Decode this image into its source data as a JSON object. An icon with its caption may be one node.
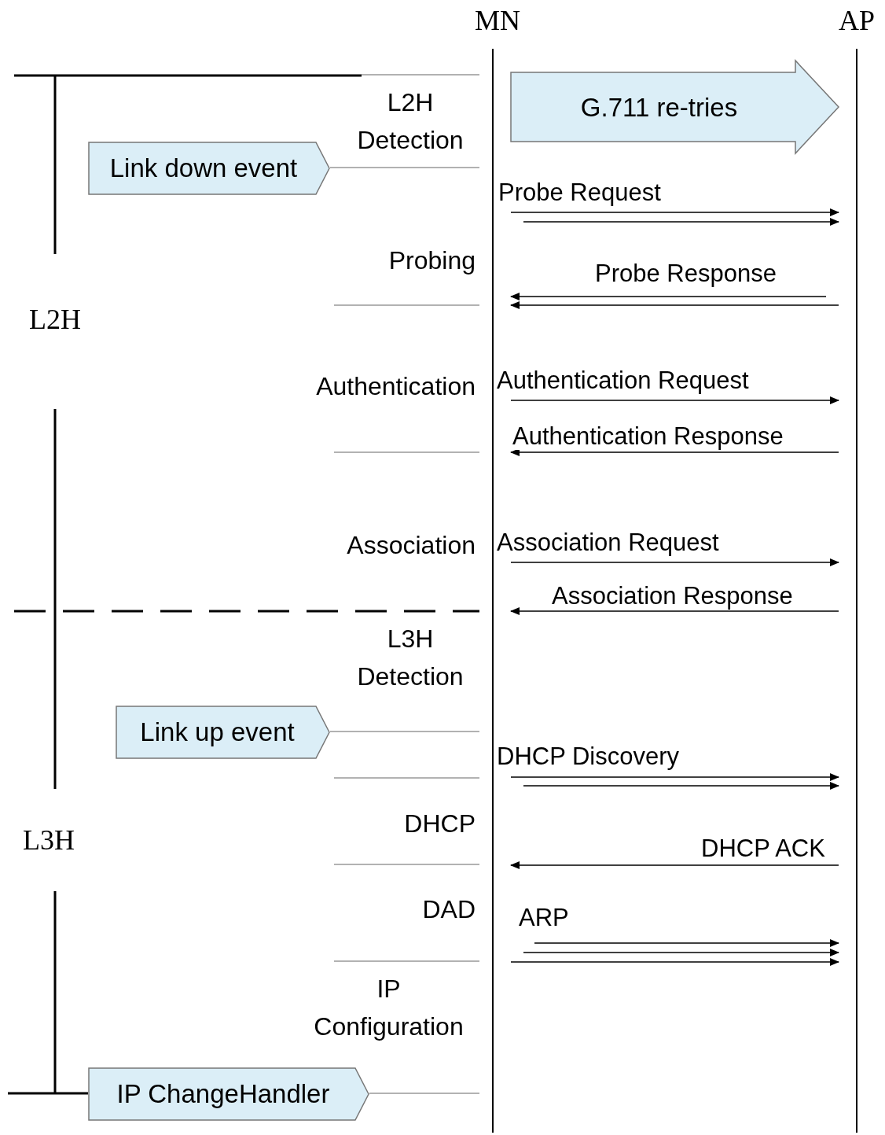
{
  "diagram": {
    "nodes": [
      {
        "text": [
          "MN"
        ]
      },
      {
        "text": [
          "AP"
        ]
      },
      {
        "text": [
          "Link down event"
        ]
      },
      {
        "text": [
          "Link up event"
        ]
      },
      {
        "text": [
          "IP ChangeHandler"
        ]
      }
    ],
    "edges": [
      {
        "from": 0,
        "to": 1,
        "arrow": "to",
        "label": "G.711 re-tries",
        "style": "thick"
      },
      {
        "from": 0,
        "to": 1,
        "arrow": "to",
        "label": "Probe Request"
      },
      {
        "from": 0,
        "to": 1,
        "arrow": "to"
      },
      {
        "from": 1,
        "to": 0,
        "arrow": "to",
        "label": "Probe Response"
      },
      {
        "from": 1,
        "to": 0,
        "arrow": "to"
      },
      {
        "from": 0,
        "to": 1,
        "arrow": "to",
        "label": "Authentication  Request"
      },
      {
        "from": 1,
        "to": 0,
        "arrow": "to",
        "label": "Authentication  Response"
      },
      {
        "from": 0,
        "to": 1,
        "arrow": "to",
        "label": "Association Request"
      },
      {
        "from": 1,
        "to": 0,
        "arrow": "to",
        "label": "Association Response"
      },
      {
        "from": 0,
        "to": 1,
        "arrow": "to",
        "label": "DHCP Discovery"
      },
      {
        "from": 0,
        "to": 1,
        "arrow": "to"
      },
      {
        "from": 1,
        "to": 0,
        "arrow": "to",
        "label": "DHCP ACK"
      },
      {
        "from": 0,
        "to": 1,
        "arrow": "to",
        "label": "ARP"
      },
      {
        "from": 0,
        "to": 1,
        "arrow": "to"
      },
      {
        "from": 0,
        "to": 1,
        "arrow": "to"
      }
    ],
    "labels": [
      "L2H Detection",
      "Probing",
      "L2H",
      "Authentication",
      "Association",
      "L3H Detection",
      "DHCP",
      "L3H",
      "DAD",
      "IP Configuration"
    ]
  }
}
